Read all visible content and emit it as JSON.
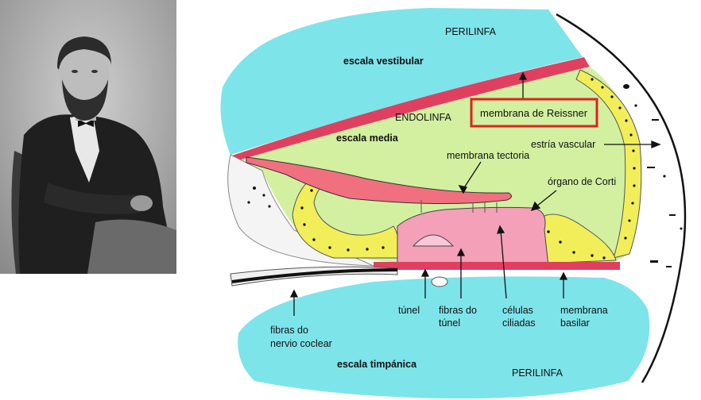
{
  "portrait": {
    "description_icon": "bearded-man-portrait-photo"
  },
  "diagram": {
    "labels": {
      "perilinfa_top": "PERILINFA",
      "escala_vestibular": "escala vestibular",
      "endolinfa": "ENDOLINFA",
      "membrana_reissner": "membrana de Reissner",
      "escala_media": "escala  media",
      "estria_vascular": "estría vascular",
      "membrana_tectoria": "membrana tectoria",
      "organo_corti": "órgano de Corti",
      "tunel": "túnel",
      "fibras_tunel_1": "fibras do",
      "fibras_tunel_2": "túnel",
      "celulas_1": "células",
      "celulas_2": "ciliadas",
      "membrana_basilar_1": "membrana",
      "membrana_basilar_2": "basilar",
      "fibras_nervio_1": "fibras do",
      "fibras_nervio_2": "nervio coclear",
      "escala_timpanica": "escala timpánica",
      "perilinfa_bottom": "PERILINFA"
    },
    "colors": {
      "perilymph": "#7de4ea",
      "endolymph": "#d2f0a0",
      "reissner_highlight": "#e02020",
      "membrane_pink": "#f07080",
      "corti_pink": "#f4a0b8",
      "hair_cell_yellow": "#f2ee5a"
    }
  }
}
